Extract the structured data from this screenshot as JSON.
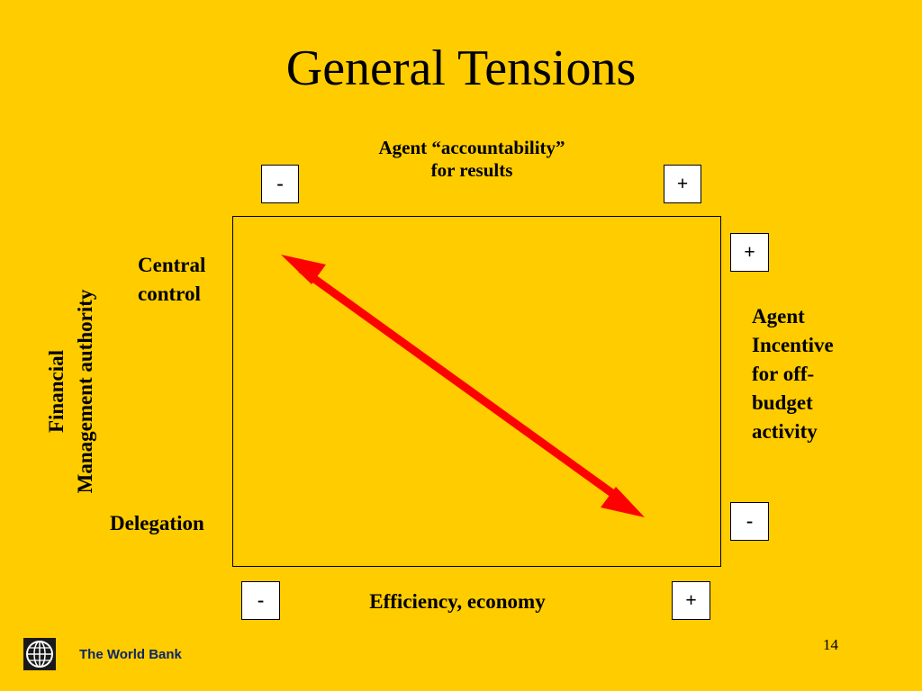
{
  "slide": {
    "title": "General Tensions",
    "accountability_line1": "Agent “accountability”",
    "accountability_line2": "for results",
    "efficiency_label": "Efficiency, economy",
    "central_line1": "Central",
    "central_line2": "control",
    "delegation": "Delegation",
    "fm_line1": "Financial",
    "fm_line2": "Management authority",
    "incentive_lines": [
      "Agent",
      "Incentive",
      "for off-",
      "budget",
      "activity"
    ],
    "signs": {
      "top_minus": "-",
      "top_plus": "+",
      "right_plus": "+",
      "right_minus": "-",
      "bottom_minus": "-",
      "bottom_plus": "+"
    },
    "colors": {
      "background": "#FFCC00",
      "arrow": "#FF0000",
      "footer_text": "#0C2566"
    }
  },
  "footer": {
    "org_name": "The World Bank",
    "logo_icon": "world-bank-globe-icon",
    "page_number": "14"
  }
}
